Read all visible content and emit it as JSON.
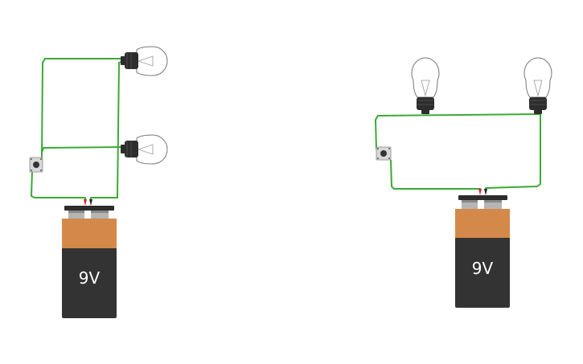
{
  "circuits": [
    {
      "id": "left",
      "battery": {
        "label": "9V"
      },
      "bulbs": 2,
      "switch": "push-button"
    },
    {
      "id": "right",
      "battery": {
        "label": "9V"
      },
      "bulbs": 2,
      "switch": "push-button"
    }
  ],
  "colors": {
    "wire": "#3aaa35",
    "battery_top": "#d4894a",
    "battery_body": "#333333",
    "terminal_positive": "#d7262b",
    "terminal_negative": "#222222"
  }
}
